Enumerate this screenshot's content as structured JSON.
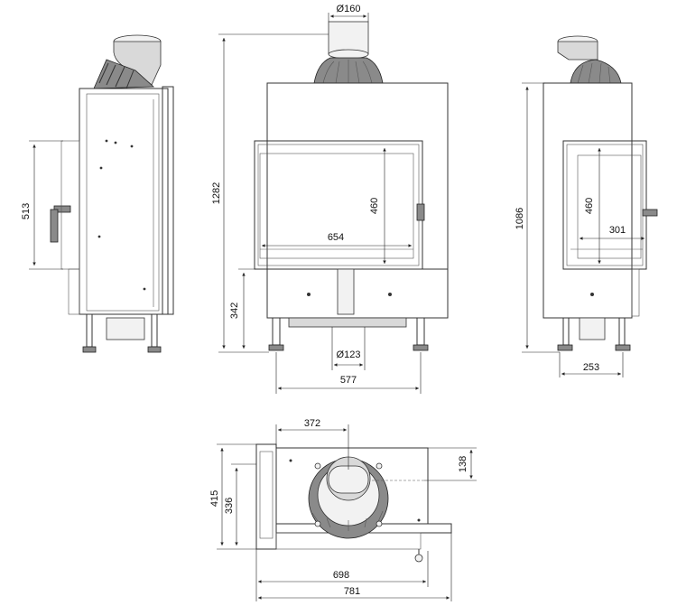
{
  "dimensions": {
    "side_left_height": "513",
    "front_total_height": "1282",
    "front_flue_diameter": "Ø160",
    "front_glass_height": "460",
    "front_glass_width": "654",
    "front_base_height": "342",
    "front_air_inlet_diameter": "Ø123",
    "front_leg_span": "577",
    "side_right_total_height": "1086",
    "side_right_glass_height": "460",
    "side_right_glass_width": "301",
    "side_right_leg_span": "253",
    "top_flue_offset": "372",
    "top_depth_flue_to_back": "138",
    "top_depth_total": "415",
    "top_depth_body": "336",
    "top_width_body": "698",
    "top_width_total": "781"
  },
  "colors": {
    "line": "#333333",
    "fill_light": "#d9d9d9",
    "fill_dark": "#8a8a8a"
  }
}
